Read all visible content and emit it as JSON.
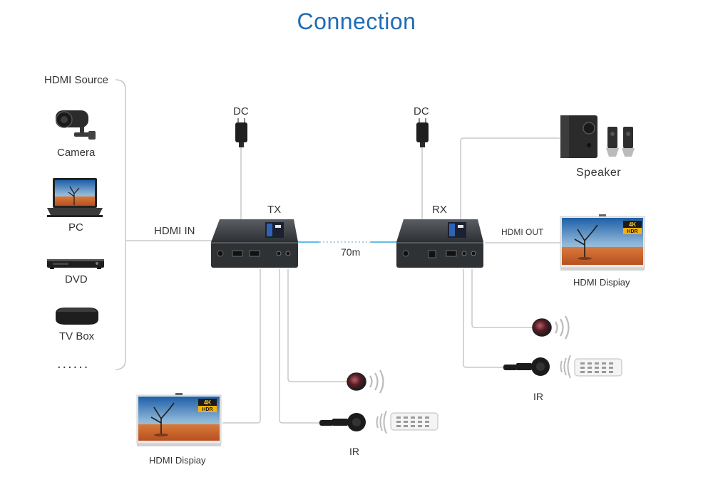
{
  "title": "Connection",
  "sources": {
    "heading": "HDMI Source",
    "items": [
      "Camera",
      "PC",
      "DVD",
      "TV Box"
    ],
    "more": "......"
  },
  "tx": {
    "label": "TX",
    "dc_label": "DC",
    "input_label": "HDMI IN",
    "display_label": "HDMI Dispiay",
    "ir_label": "IR"
  },
  "rx": {
    "label": "RX",
    "dc_label": "DC",
    "output_label": "HDMI OUT",
    "speaker_label": "Speaker",
    "display_label": "HDMI Dispiay",
    "ir_label": "IR"
  },
  "link": {
    "distance": "70m"
  },
  "screen_badge": {
    "top": "4K",
    "bottom": "HDR"
  },
  "colors": {
    "title": "#1f6cb4",
    "link": "#2ba8e0",
    "line": "#c8c8c8",
    "device": "#3a3d40"
  }
}
